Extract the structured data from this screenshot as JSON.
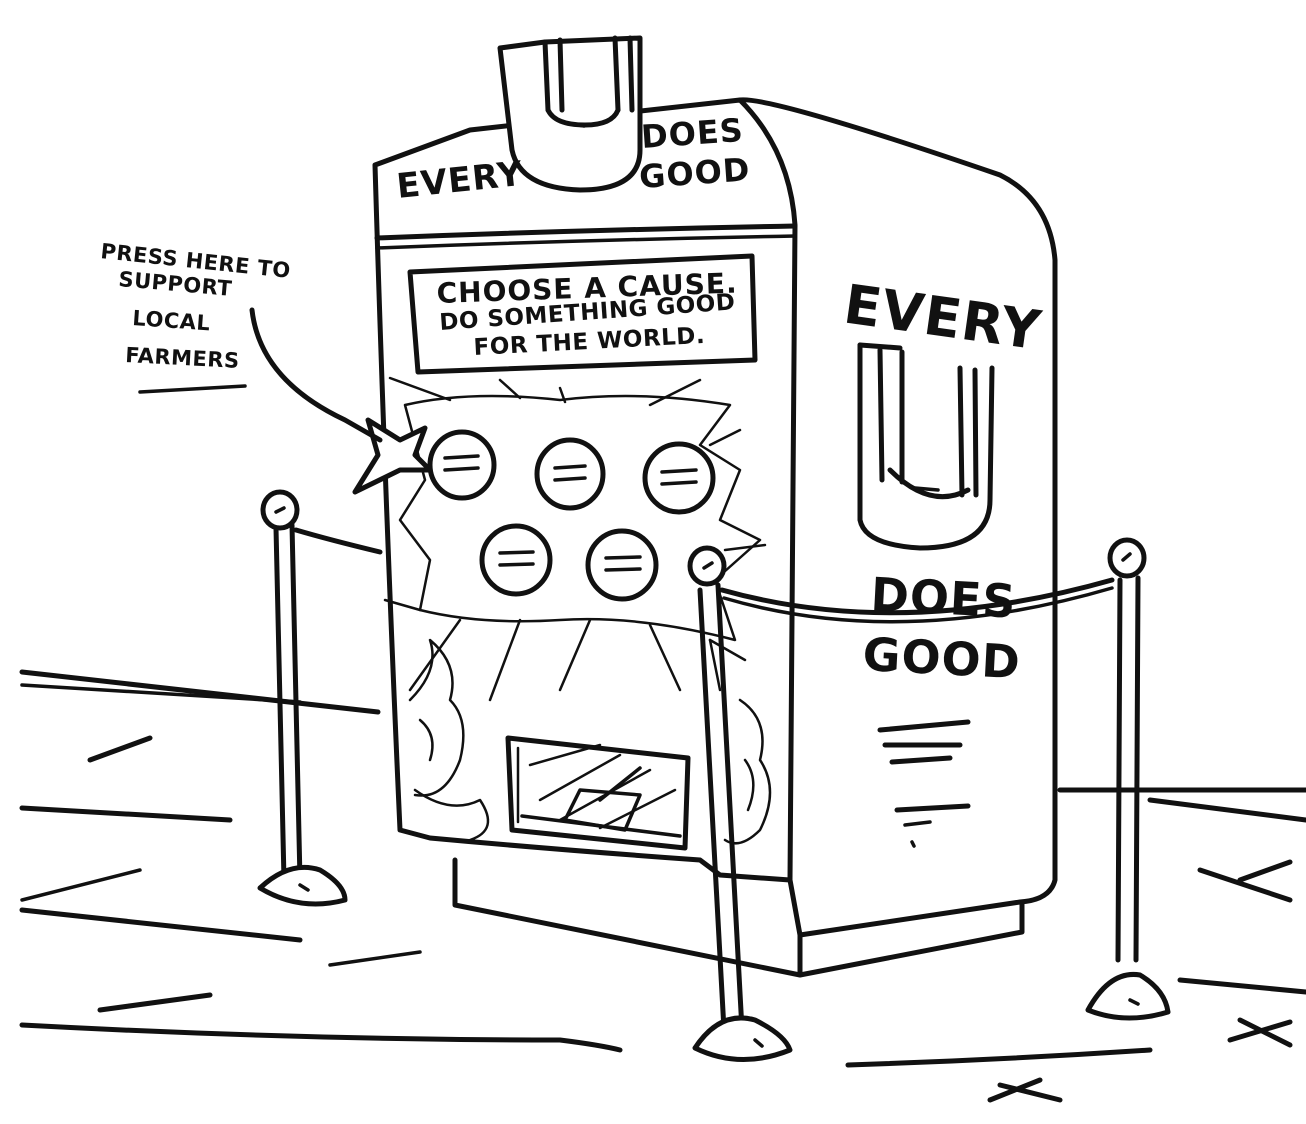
{
  "top_sign": {
    "left_word": "EVERY",
    "right_line1": "DOES",
    "right_line2": "GOOD"
  },
  "screen": {
    "line1": "CHOOSE A CAUSE.",
    "line2": "DO SOMETHING GOOD",
    "line3": "FOR THE WORLD."
  },
  "side_panel": {
    "top_word": "EVERY",
    "bottom_line1": "DOES",
    "bottom_line2": "GOOD"
  },
  "callout": {
    "line1": "PRESS HERE TO",
    "line2": "SUPPORT",
    "line3": "LOCAL",
    "line4": "FARMERS"
  },
  "colors": {
    "ink": "#111111",
    "paper": "#ffffff"
  }
}
